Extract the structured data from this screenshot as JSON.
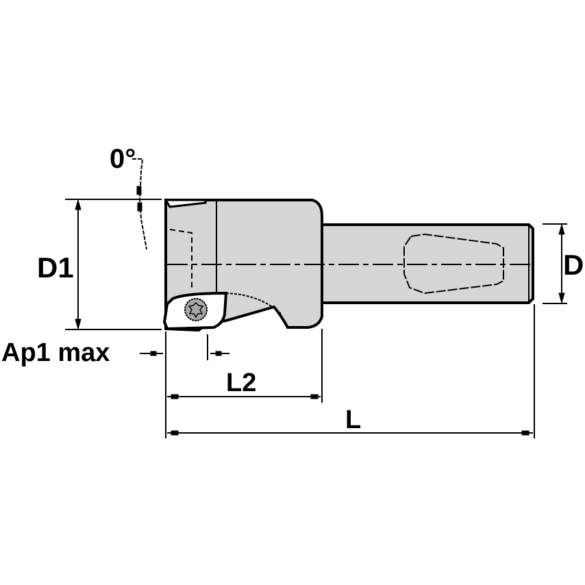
{
  "diagram": {
    "title": "Shoulder end mill with Weldon shank – dimension drawing",
    "colors": {
      "body_fill": "#d6d6d6",
      "insert_fill": "#ffffff",
      "screw_fill": "#a8a8a8",
      "line": "#000000",
      "background": "#ffffff"
    },
    "labels": {
      "angle": "0°",
      "d1": "D1",
      "d": "D",
      "ap1": "Ap1 max",
      "l2": "L2",
      "l": "L"
    }
  }
}
